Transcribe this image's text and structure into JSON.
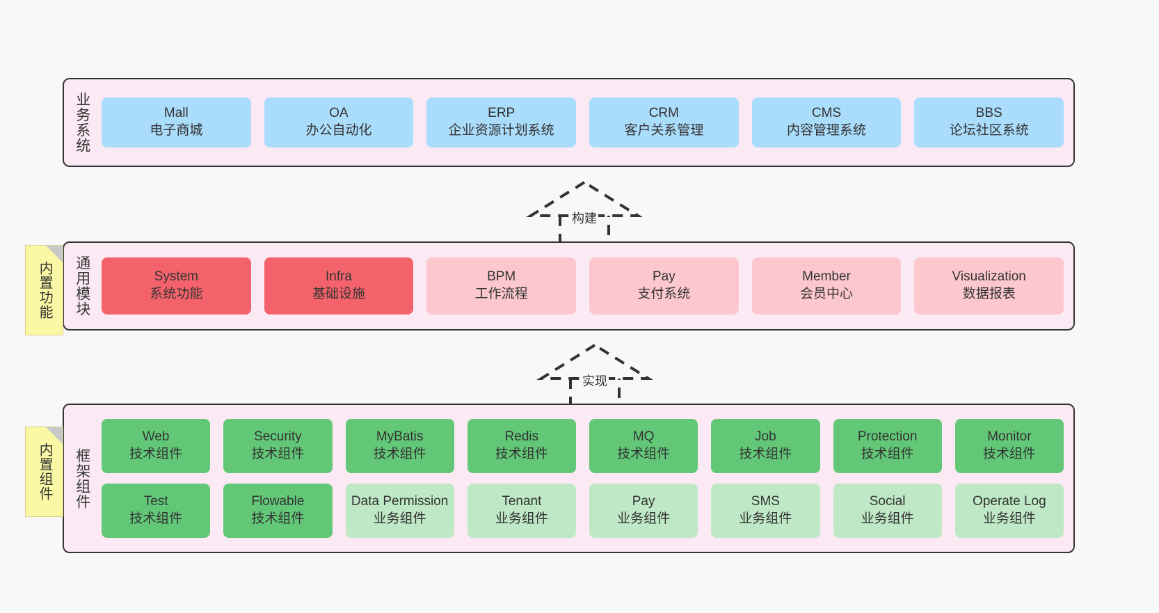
{
  "diagram": {
    "background": "#f8f8f8",
    "layers": [
      {
        "id": "business",
        "title": "业务系统",
        "frame_color": "#fbeaf4",
        "cell_color": "#aadcfb",
        "rows": [
          [
            {
              "name": "Mall",
              "desc": "电子商城",
              "style": "blue"
            },
            {
              "name": "OA",
              "desc": "办公自动化",
              "style": "blue"
            },
            {
              "name": "ERP",
              "desc": "企业资源计划系统",
              "style": "blue"
            },
            {
              "name": "CRM",
              "desc": "客户关系管理",
              "style": "blue"
            },
            {
              "name": "CMS",
              "desc": "内容管理系统",
              "style": "blue"
            },
            {
              "name": "BBS",
              "desc": "论坛社区系统",
              "style": "blue"
            }
          ]
        ]
      },
      {
        "id": "common",
        "title": "通用模块",
        "frame_color": "#fbeaf4",
        "cell_color": "#fcc8ce",
        "rows": [
          [
            {
              "name": "System",
              "desc": "系统功能",
              "style": "strong"
            },
            {
              "name": "Infra",
              "desc": "基础设施",
              "style": "strong"
            },
            {
              "name": "BPM",
              "desc": "工作流程",
              "style": "light"
            },
            {
              "name": "Pay",
              "desc": "支付系统",
              "style": "light"
            },
            {
              "name": "Member",
              "desc": "会员中心",
              "style": "light"
            },
            {
              "name": "Visualization",
              "desc": "数据报表",
              "style": "light"
            }
          ]
        ]
      },
      {
        "id": "framework",
        "title": "框架组件",
        "frame_color": "#fbeaf4",
        "cell_color": "#62c878",
        "rows": [
          [
            {
              "name": "Web",
              "desc": "技术组件",
              "style": "tech"
            },
            {
              "name": "Security",
              "desc": "技术组件",
              "style": "tech"
            },
            {
              "name": "MyBatis",
              "desc": "技术组件",
              "style": "tech"
            },
            {
              "name": "Redis",
              "desc": "技术组件",
              "style": "tech"
            },
            {
              "name": "MQ",
              "desc": "技术组件",
              "style": "tech"
            },
            {
              "name": "Job",
              "desc": "技术组件",
              "style": "tech"
            },
            {
              "name": "Protection",
              "desc": "技术组件",
              "style": "tech"
            },
            {
              "name": "Monitor",
              "desc": "技术组件",
              "style": "tech"
            }
          ],
          [
            {
              "name": "Test",
              "desc": "技术组件",
              "style": "tech"
            },
            {
              "name": "Flowable",
              "desc": "技术组件",
              "style": "tech"
            },
            {
              "name": "Data Permission",
              "desc": "业务组件",
              "style": "biz"
            },
            {
              "name": "Tenant",
              "desc": "业务组件",
              "style": "biz"
            },
            {
              "name": "Pay",
              "desc": "业务组件",
              "style": "biz"
            },
            {
              "name": "SMS",
              "desc": "业务组件",
              "style": "biz"
            },
            {
              "name": "Social",
              "desc": "业务组件",
              "style": "biz"
            },
            {
              "name": "Operate Log",
              "desc": "业务组件",
              "style": "biz"
            }
          ]
        ]
      }
    ],
    "notes": [
      {
        "id": "builtin-features",
        "text": "内置功能",
        "color": "#fbf8a5"
      },
      {
        "id": "builtin-components",
        "text": "内置组件",
        "color": "#fbf8a5"
      }
    ],
    "arrows": [
      {
        "id": "build",
        "label": "构建",
        "style": "dashed-generalization"
      },
      {
        "id": "realize",
        "label": "实现",
        "style": "dashed-generalization"
      }
    ]
  }
}
